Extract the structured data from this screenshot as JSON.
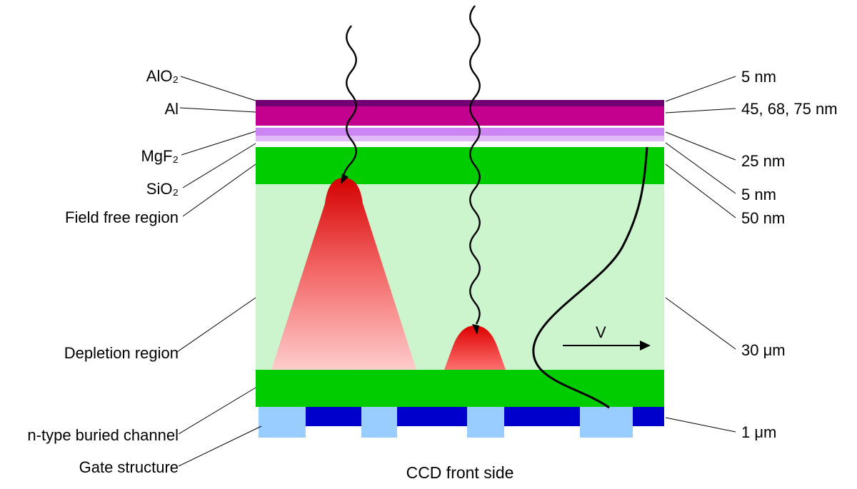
{
  "caption": "CCD front side",
  "voltage_label": "V",
  "layer_labels": [
    {
      "name": "AlO₂",
      "thickness": "5 nm"
    },
    {
      "name": "Al",
      "thickness": "45, 68, 75 nm"
    },
    {
      "name": "MgF₂",
      "thickness": "25 nm"
    },
    {
      "name": "SiO₂",
      "thickness": "5 nm"
    },
    {
      "name": "Field free region",
      "thickness": "50 nm"
    },
    {
      "name": "Depletion region",
      "thickness": "30 μm"
    },
    {
      "name": "n-type buried channel",
      "thickness": "1 μm"
    },
    {
      "name": "Gate structure",
      "thickness": ""
    }
  ],
  "colors": {
    "ink": "#000000",
    "alo2_layer": "#730073",
    "al_layer": "#c4008e",
    "mgf2_layer": "#cc85f2",
    "mgf2_layer_light": "#e2baf8",
    "field_free_green": "#00cc00",
    "depletion_green": "#cdf5cd",
    "n_channel_green": "#00cc00",
    "gate_dark_blue": "#0000cc",
    "gate_light_blue": "#99ccff",
    "charge_top": "#d40000",
    "charge_mid": "#f26060",
    "charge_bottom": "#ffcccc",
    "bump_top": "#dd0000",
    "bump_bottom": "#ff7070"
  }
}
